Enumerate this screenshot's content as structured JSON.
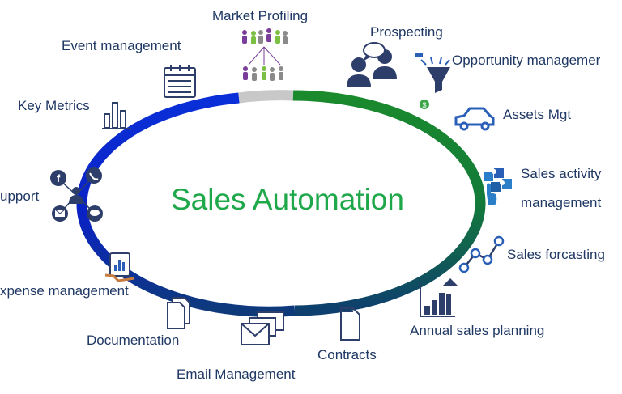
{
  "center_title": "Sales Automation",
  "items": [
    {
      "key": "market-profiling",
      "label": "Market Profiling",
      "icon": "people-network-icon"
    },
    {
      "key": "prospecting",
      "label": "Prospecting",
      "icon": "people-chat-icon"
    },
    {
      "key": "opportunity",
      "label": "Opportunity managemer",
      "icon": "funnel-icon"
    },
    {
      "key": "assets",
      "label": "Assets Mgt",
      "icon": "car-icon"
    },
    {
      "key": "sales-activity",
      "label_line1": "Sales activity",
      "label_line2": "management",
      "icon": "puzzle-hand-icon"
    },
    {
      "key": "forcasting",
      "label": "Sales forcasting",
      "icon": "line-graph-icon"
    },
    {
      "key": "annual",
      "label": "Annual sales planning",
      "icon": "bar-chart-up-icon"
    },
    {
      "key": "contracts",
      "label": "Contracts",
      "icon": "document-icon"
    },
    {
      "key": "email",
      "label": "Email Management",
      "icon": "envelopes-icon"
    },
    {
      "key": "documentation",
      "label": "Documentation",
      "icon": "files-icon"
    },
    {
      "key": "expense",
      "label": "xpense management",
      "icon": "tablet-hand-icon"
    },
    {
      "key": "support",
      "label": "upport",
      "icon": "social-hub-icon"
    },
    {
      "key": "key-metrics",
      "label": "Key Metrics",
      "icon": "bar-metrics-icon"
    },
    {
      "key": "event",
      "label": "Event management",
      "icon": "calendar-icon"
    }
  ],
  "colors": {
    "text": "#1f3864",
    "center_text": "#1ea84a",
    "ring_blue": "#0a2fd8",
    "ring_green": "#1a7a2a",
    "ring_gray": "#c8c8c8",
    "icon_navy": "#2d3e6b",
    "icon_blue": "#2a5fb8"
  }
}
